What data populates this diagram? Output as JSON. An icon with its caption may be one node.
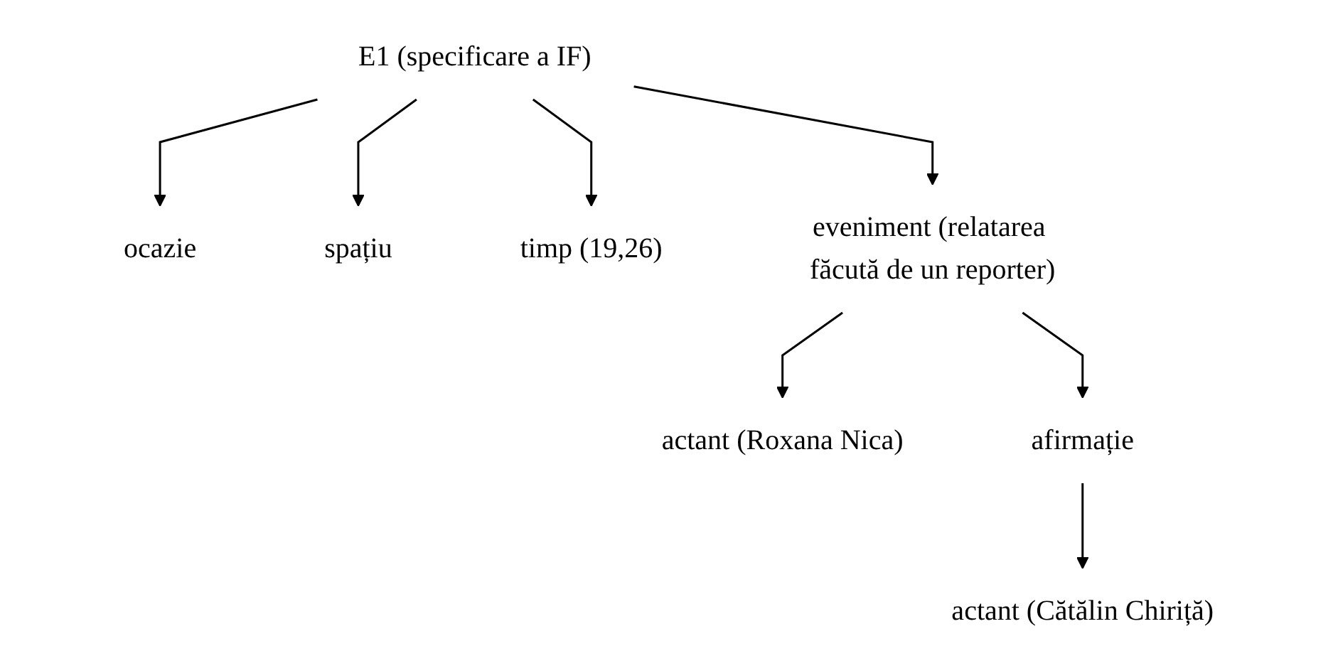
{
  "diagram": {
    "nodes": [
      {
        "text": [
          "E1 (specificare a IF)"
        ]
      },
      {
        "text": [
          "ocazie"
        ]
      },
      {
        "text": [
          "spațiu"
        ]
      },
      {
        "text": [
          "timp (19,26)"
        ]
      },
      {
        "text": [
          "eveniment (relatarea făcută de un reporter)"
        ]
      },
      {
        "text": [
          "actant (Roxana Nica)"
        ]
      },
      {
        "text": [
          "afirmație"
        ]
      },
      {
        "text": [
          "actant (Cătălin Chiriță)"
        ]
      }
    ],
    "edges": [
      {
        "from": 0,
        "to": 1,
        "arrow": "to"
      },
      {
        "from": 0,
        "to": 2,
        "arrow": "to"
      },
      {
        "from": 0,
        "to": 3,
        "arrow": "to"
      },
      {
        "from": 0,
        "to": 4,
        "arrow": "to"
      },
      {
        "from": 4,
        "to": 5,
        "arrow": "to"
      },
      {
        "from": 4,
        "to": 6,
        "arrow": "to"
      },
      {
        "from": 6,
        "to": 7,
        "arrow": "to"
      }
    ]
  }
}
